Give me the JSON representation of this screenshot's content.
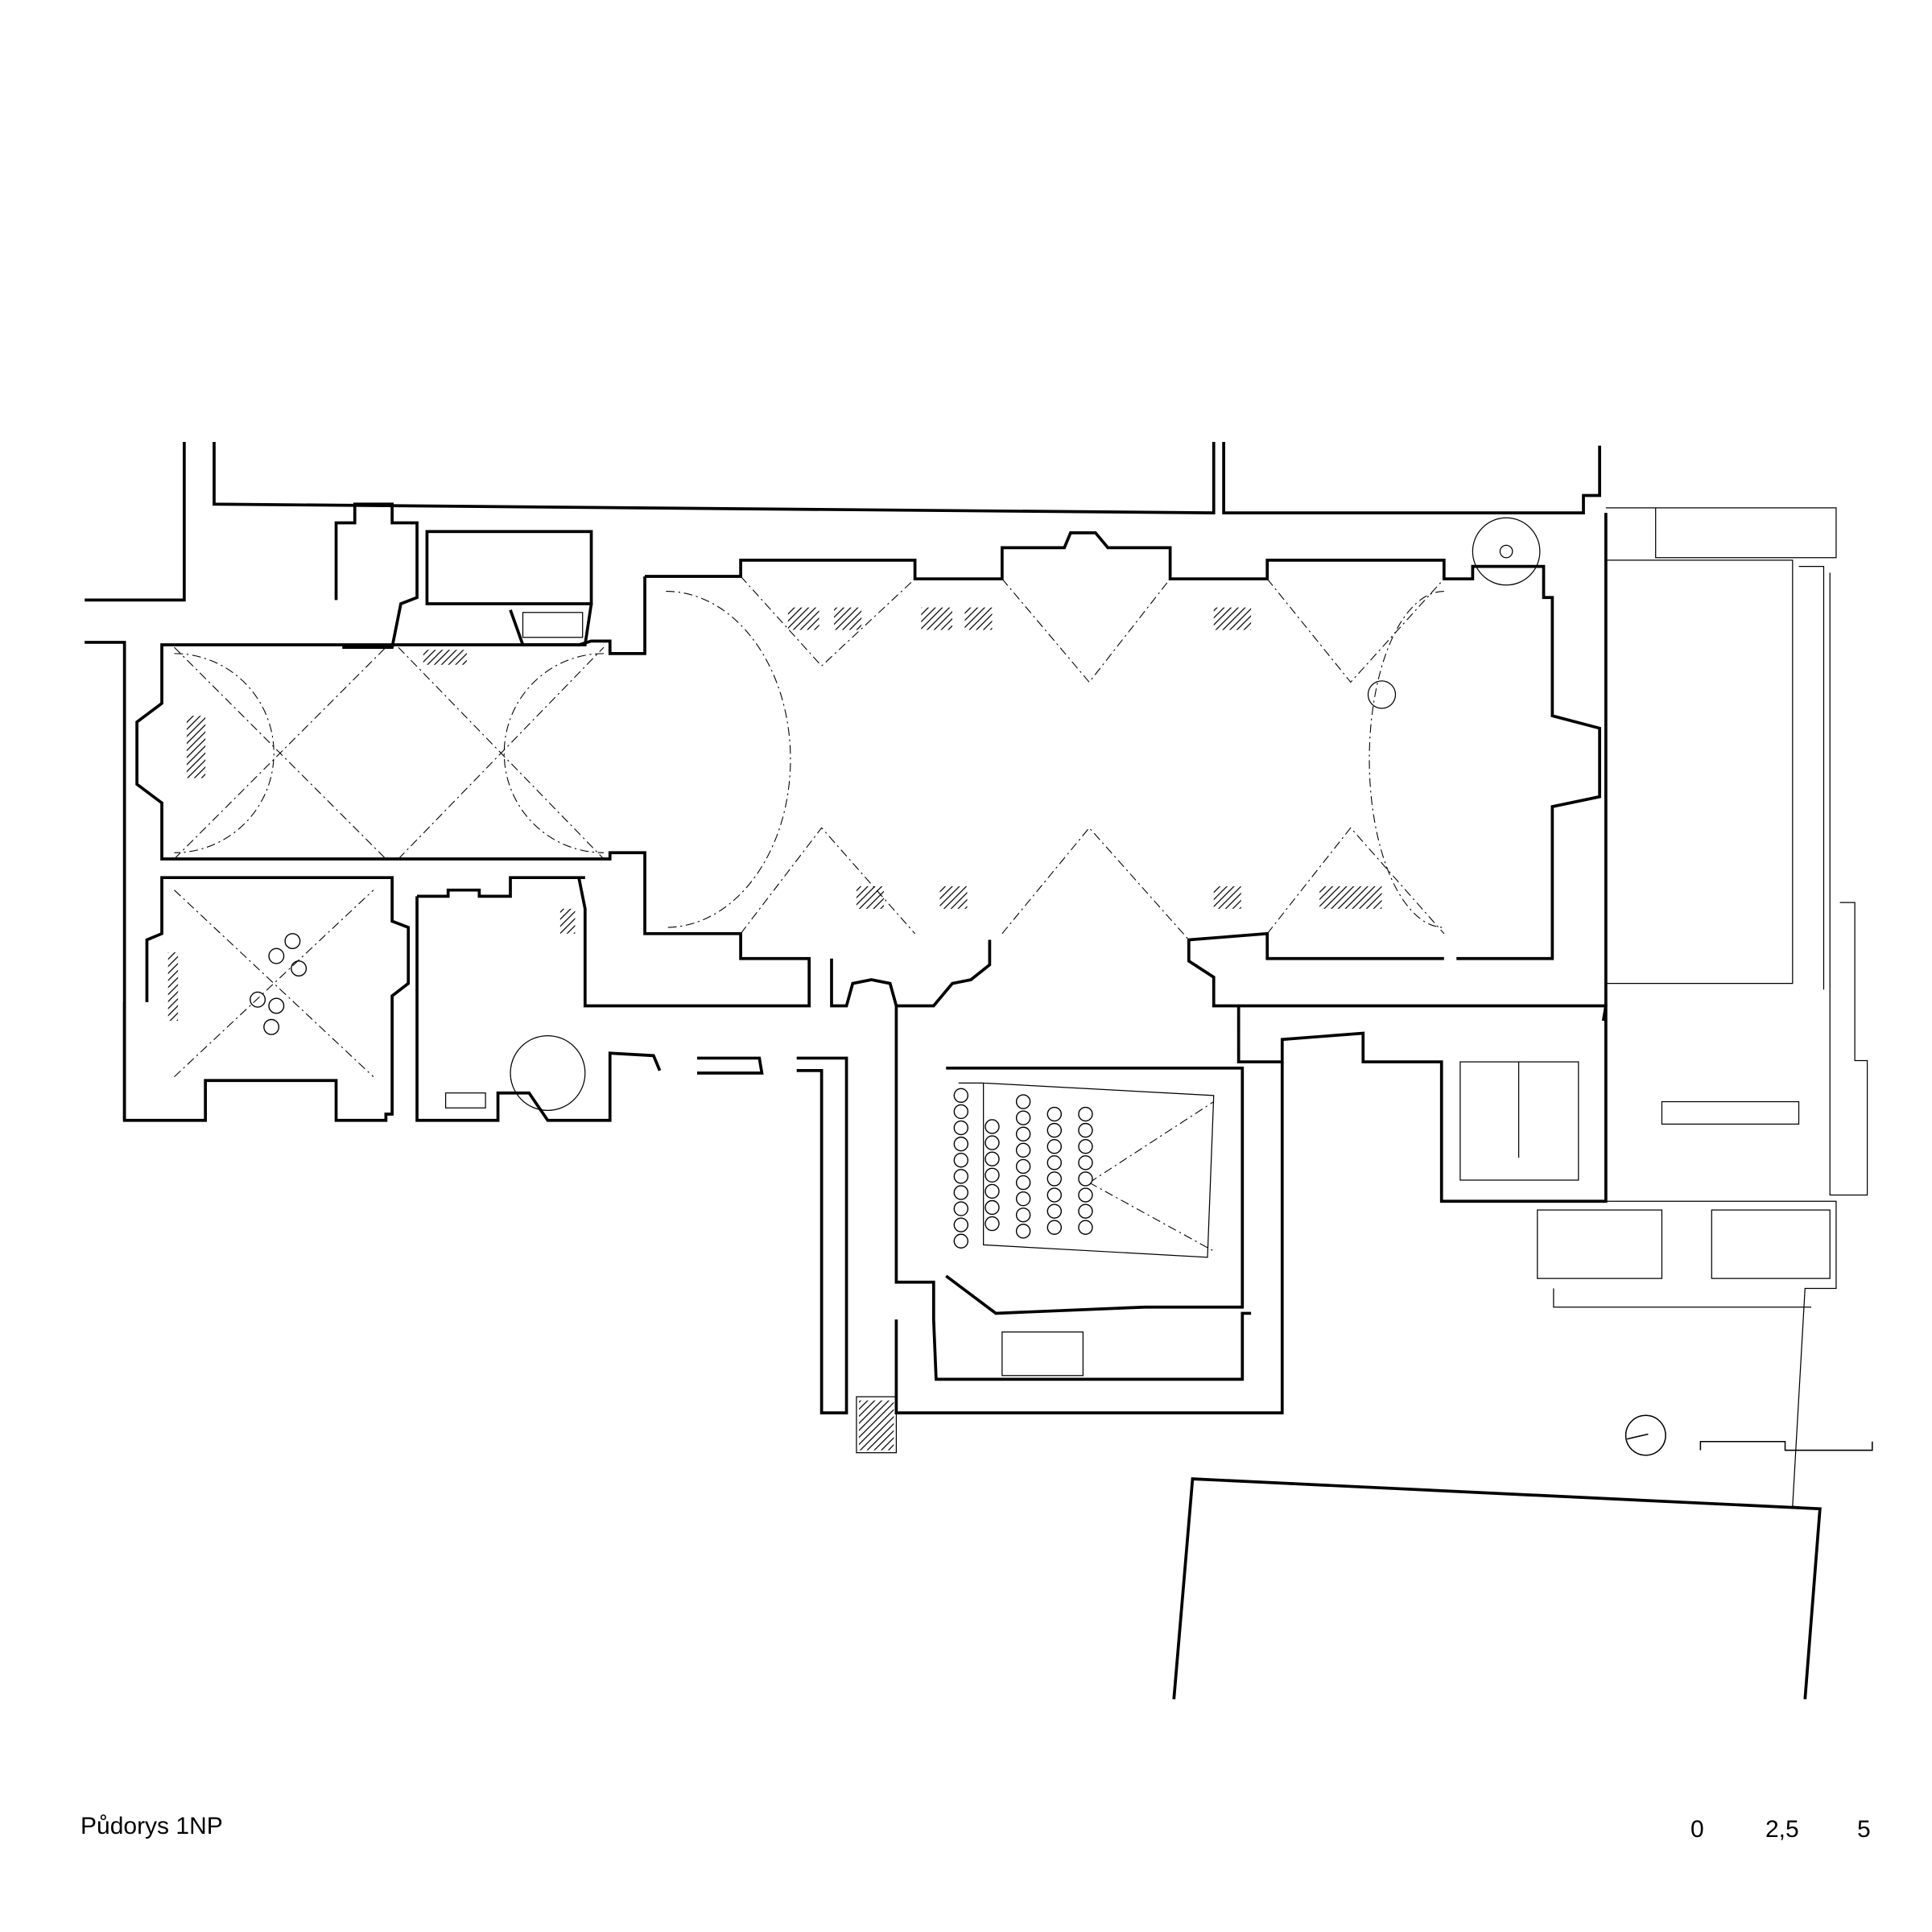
{
  "drawing": {
    "title": "Půdorys 1NP",
    "north_arrow": "north-arrow-icon",
    "scale_bar": {
      "labels": [
        "0",
        "2,5",
        "5"
      ],
      "unit_max": 5
    }
  }
}
